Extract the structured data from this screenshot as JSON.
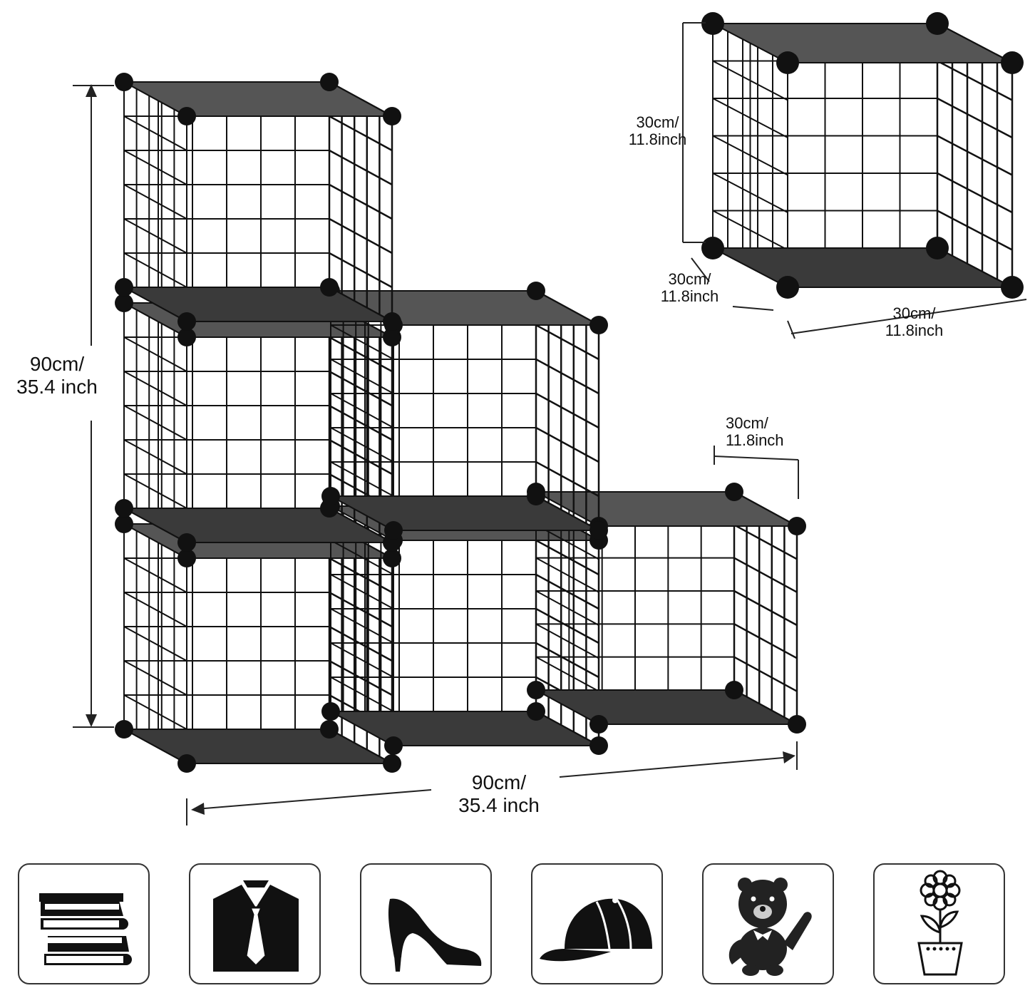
{
  "product": {
    "dimensions": {
      "overall_height": {
        "line1": "90cm/",
        "line2": "35.4 inch"
      },
      "overall_width": {
        "line1": "90cm/",
        "line2": "35.4 inch"
      },
      "cube_depth_main": {
        "line1": "30cm/",
        "line2": "11.8inch"
      },
      "cube_height": {
        "line1": "30cm/",
        "line2": "11.8inch"
      },
      "cube_depth": {
        "line1": "30cm/",
        "line2": "11.8inch"
      },
      "cube_width": {
        "line1": "30cm/",
        "line2": "11.8inch"
      }
    },
    "colors": {
      "frame": "#111111",
      "panel": "#3a3a3a",
      "panel_light": "#555555"
    }
  },
  "uses": [
    {
      "icon": "books-icon"
    },
    {
      "icon": "shirt-tie-icon"
    },
    {
      "icon": "high-heel-icon"
    },
    {
      "icon": "cap-icon"
    },
    {
      "icon": "teddy-bear-icon"
    },
    {
      "icon": "flower-pot-icon"
    }
  ]
}
